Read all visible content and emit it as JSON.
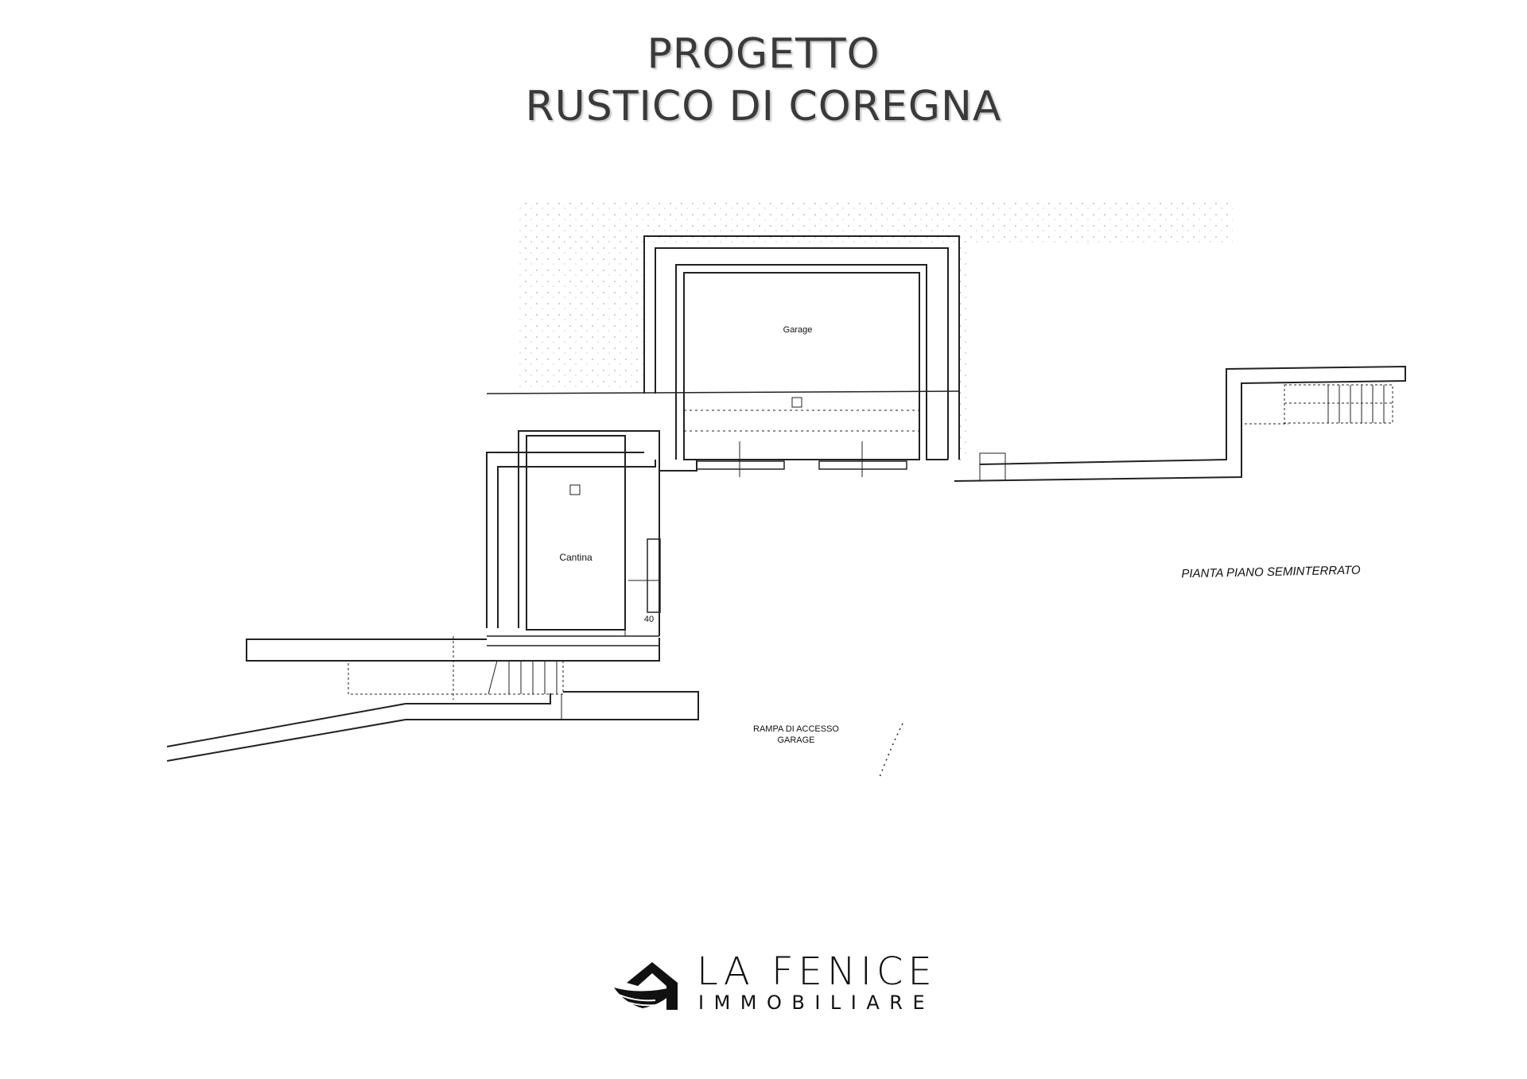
{
  "header": {
    "line1": "PROGETTO",
    "line2": "RUSTICO DI COREGNA"
  },
  "plan": {
    "rooms": {
      "garage": "Garage",
      "cantina": "Cantina"
    },
    "dimension": "40",
    "ramp_line1": "RAMPA DI ACCESSO",
    "ramp_line2": "GARAGE",
    "plan_title": "PIANTA PIANO SEMINTERRATO"
  },
  "logo": {
    "name": "LA FENICE",
    "subtitle": "IMMOBILIARE",
    "icon": "house-wing-icon"
  }
}
